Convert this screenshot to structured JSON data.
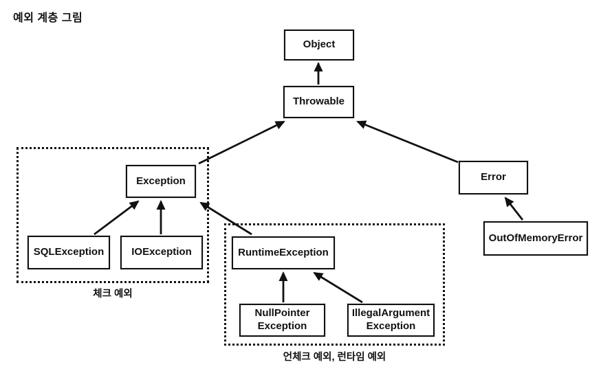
{
  "title": "예외 계층 그림",
  "diagram": {
    "nodes": {
      "object": {
        "label": "Object"
      },
      "throwable": {
        "label": "Throwable"
      },
      "exception": {
        "label": "Exception"
      },
      "error": {
        "label": "Error"
      },
      "sql_exception": {
        "label": "SQLException"
      },
      "io_exception": {
        "label": "IOException"
      },
      "runtime_exception": {
        "label": "RuntimeException"
      },
      "null_pointer_exception": {
        "line1": "NullPointer",
        "line2": "Exception"
      },
      "illegal_argument_exception": {
        "line1": "IllegalArgument",
        "line2": "Exception"
      },
      "out_of_memory_error": {
        "label": "OutOfMemoryError"
      }
    },
    "groups": {
      "checked": {
        "caption": "체크 예외"
      },
      "unchecked": {
        "caption": "언체크 예외, 런타임 예외"
      }
    },
    "edges": [
      {
        "from": "Throwable",
        "to": "Object"
      },
      {
        "from": "Exception",
        "to": "Throwable"
      },
      {
        "from": "Error",
        "to": "Throwable"
      },
      {
        "from": "SQLException",
        "to": "Exception"
      },
      {
        "from": "IOException",
        "to": "Exception"
      },
      {
        "from": "RuntimeException",
        "to": "Exception"
      },
      {
        "from": "NullPointerException",
        "to": "RuntimeException"
      },
      {
        "from": "IllegalArgumentException",
        "to": "RuntimeException"
      },
      {
        "from": "OutOfMemoryError",
        "to": "Error"
      }
    ],
    "colors": {
      "line": "#111111",
      "box_border": "#111111",
      "background": "#ffffff",
      "text": "#111111"
    }
  }
}
